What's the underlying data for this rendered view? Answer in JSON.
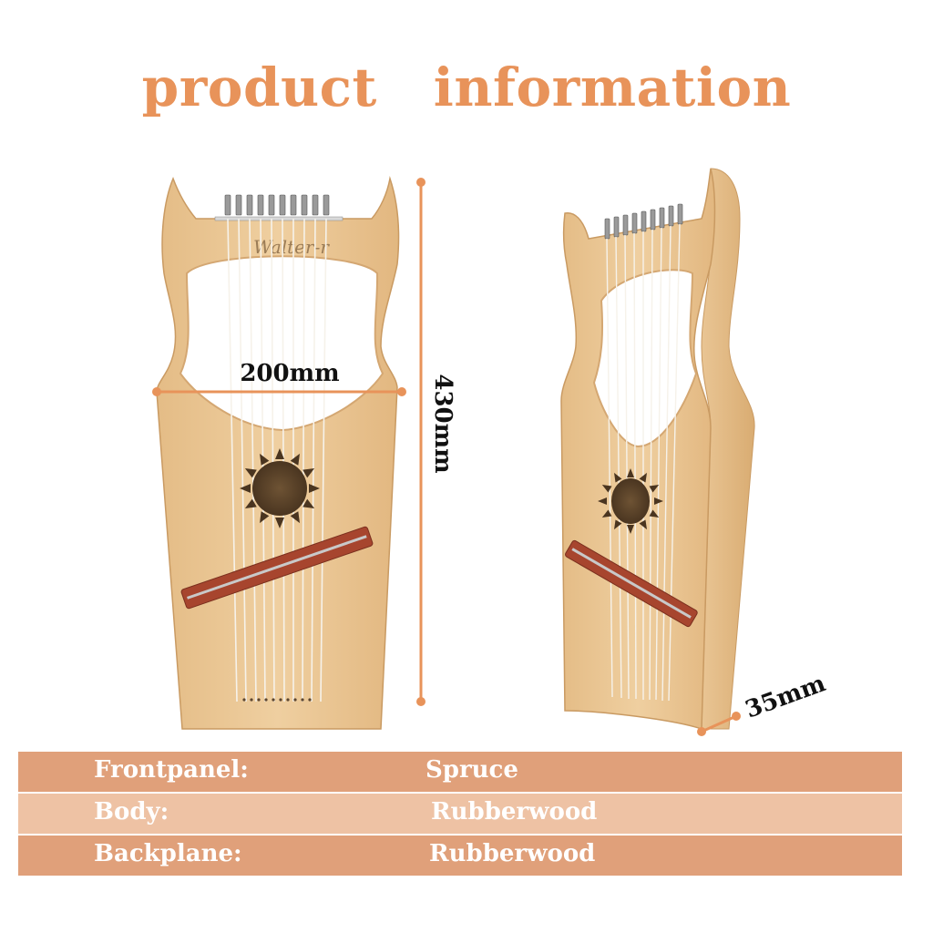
{
  "heading": {
    "word1": "product",
    "word2": "information"
  },
  "brand_text": "Walter-r",
  "dimensions": {
    "width": "200mm",
    "height": "430mm",
    "depth": "35mm"
  },
  "specs": [
    {
      "label": "Frontpanel:",
      "value": "Spruce"
    },
    {
      "label": "Body:",
      "value": "Rubberwood"
    },
    {
      "label": "Backplane:",
      "value": "Rubberwood"
    }
  ],
  "colors": {
    "accent": "#E8935A",
    "row_dark": "#E0A07A",
    "row_light": "#EEC2A4",
    "wood": "#EAC48E",
    "bridge": "#A7452E"
  }
}
